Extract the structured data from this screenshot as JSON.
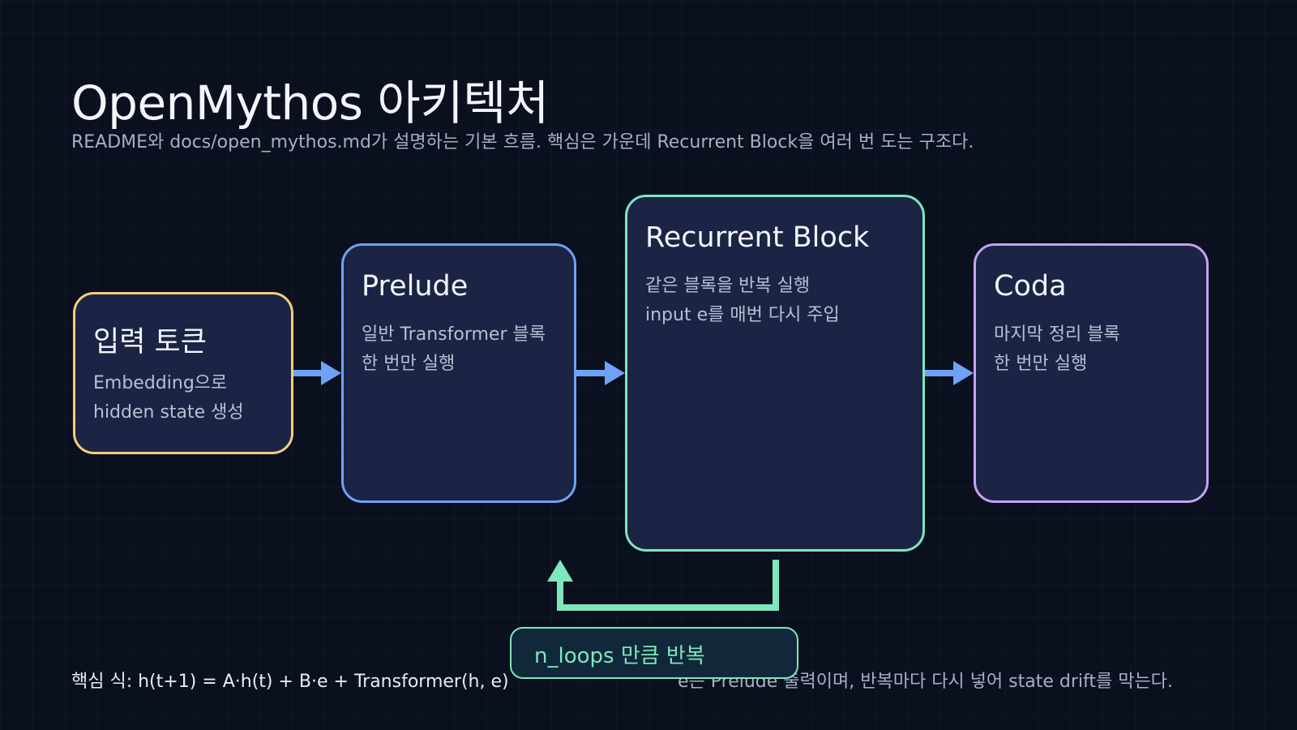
{
  "header": {
    "title": "OpenMythos 아키텍처",
    "subtitle": "README와 docs/open_mythos.md가 설명하는 기본 흐름. 핵심은 가운데 Recurrent Block을 여러 번 도는 구조다."
  },
  "nodes": [
    {
      "id": "input",
      "title": "입력 토큰",
      "desc_line1": "Embedding으로",
      "desc_line2": "hidden state 생성",
      "color": "#f5cd7e"
    },
    {
      "id": "prelude",
      "title": "Prelude",
      "desc_line1": "일반 Transformer 블록",
      "desc_line2": "한 번만 실행",
      "color": "#6ea2f7"
    },
    {
      "id": "recurrent",
      "title": "Recurrent Block",
      "desc_line1": "같은 블록을 반복 실행",
      "desc_line2": "input e를 매번 다시 주입",
      "color": "#7fe6bd"
    },
    {
      "id": "coda",
      "title": "Coda",
      "desc_line1": "마지막 정리 블록",
      "desc_line2": "한 번만 실행",
      "color": "#c6a2f5"
    }
  ],
  "loop": {
    "label": "n_loops 만큼 반복",
    "color": "#7fe6bd"
  },
  "colors": {
    "background": "#0a101e",
    "box_fill": "#1b2444",
    "arrow": "#6ea2f7"
  },
  "footer": {
    "formula": "핵심 식: h(t+1) = A·h(t) + B·e + Transformer(h, e)",
    "note": "e는 Prelude 출력이며, 반복마다 다시 넣어 state drift를 막는다."
  }
}
